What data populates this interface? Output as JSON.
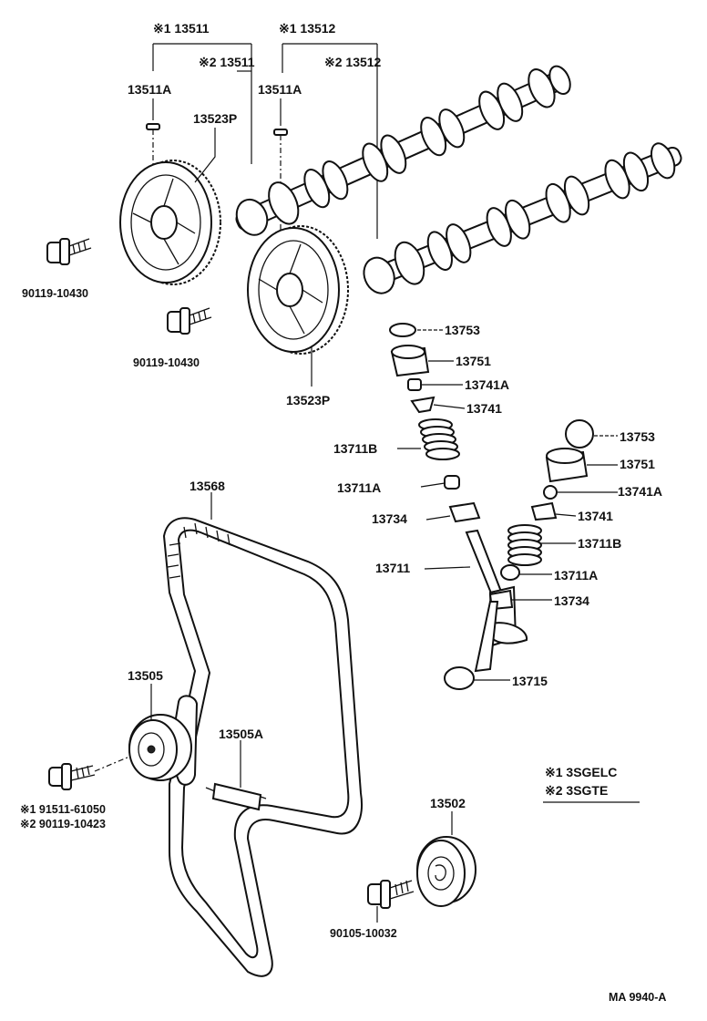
{
  "labels": {
    "cam1_group": "※1 13511",
    "cam2_group": "※1 13512",
    "cam1_alt": "※2 13511",
    "cam2_alt": "※2 13512",
    "pin_left": "13511A",
    "pin_right": "13511A",
    "pulley_upper": "13523P",
    "pulley_lower": "13523P",
    "bolt_left": "90119-10430",
    "bolt_mid": "90119-10430",
    "shim_a": "13753",
    "lifter_a": "13751",
    "keeper_a": "13741A",
    "retainer_a": "13741",
    "spring_a": "13711B",
    "seat_a": "13711A",
    "seal_a": "13734",
    "valve_a": "13711",
    "shim_b": "13753",
    "lifter_b": "13751",
    "keeper_b": "13741A",
    "retainer_b": "13741",
    "spring_b": "13711B",
    "seat_b": "13711A",
    "seal_b": "13734",
    "valve_b": "13715",
    "belt": "13568",
    "tensioner": "13505",
    "tension_spring": "13505A",
    "tensioner_bolt_1": "※1 91511-61050",
    "tensioner_bolt_2": "※2 90119-10423",
    "idler": "13502",
    "idler_bolt": "90105-10032",
    "note": "MA  9940-A"
  },
  "legend": {
    "row1": "※1 3SGELC",
    "row2": "※2 3SGTE"
  }
}
